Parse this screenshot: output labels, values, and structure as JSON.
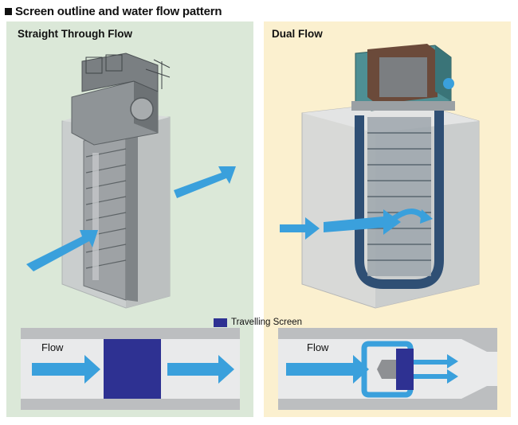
{
  "heading": {
    "text": "Screen outline and water flow pattern"
  },
  "panels": {
    "straight": {
      "title": "Straight Through Flow",
      "flow_label": "Flow"
    },
    "dual": {
      "title": "Dual Flow",
      "flow_label": "Flow"
    }
  },
  "legend": {
    "label": "Travelling Screen",
    "color": "#2e3192"
  },
  "colors": {
    "straight_bg": "#dbe8d8",
    "dual_bg": "#fbf0cf",
    "flow_arrow": "#3aa0dc",
    "screen": "#2e3192",
    "channel_gray": "#bcbec0"
  }
}
